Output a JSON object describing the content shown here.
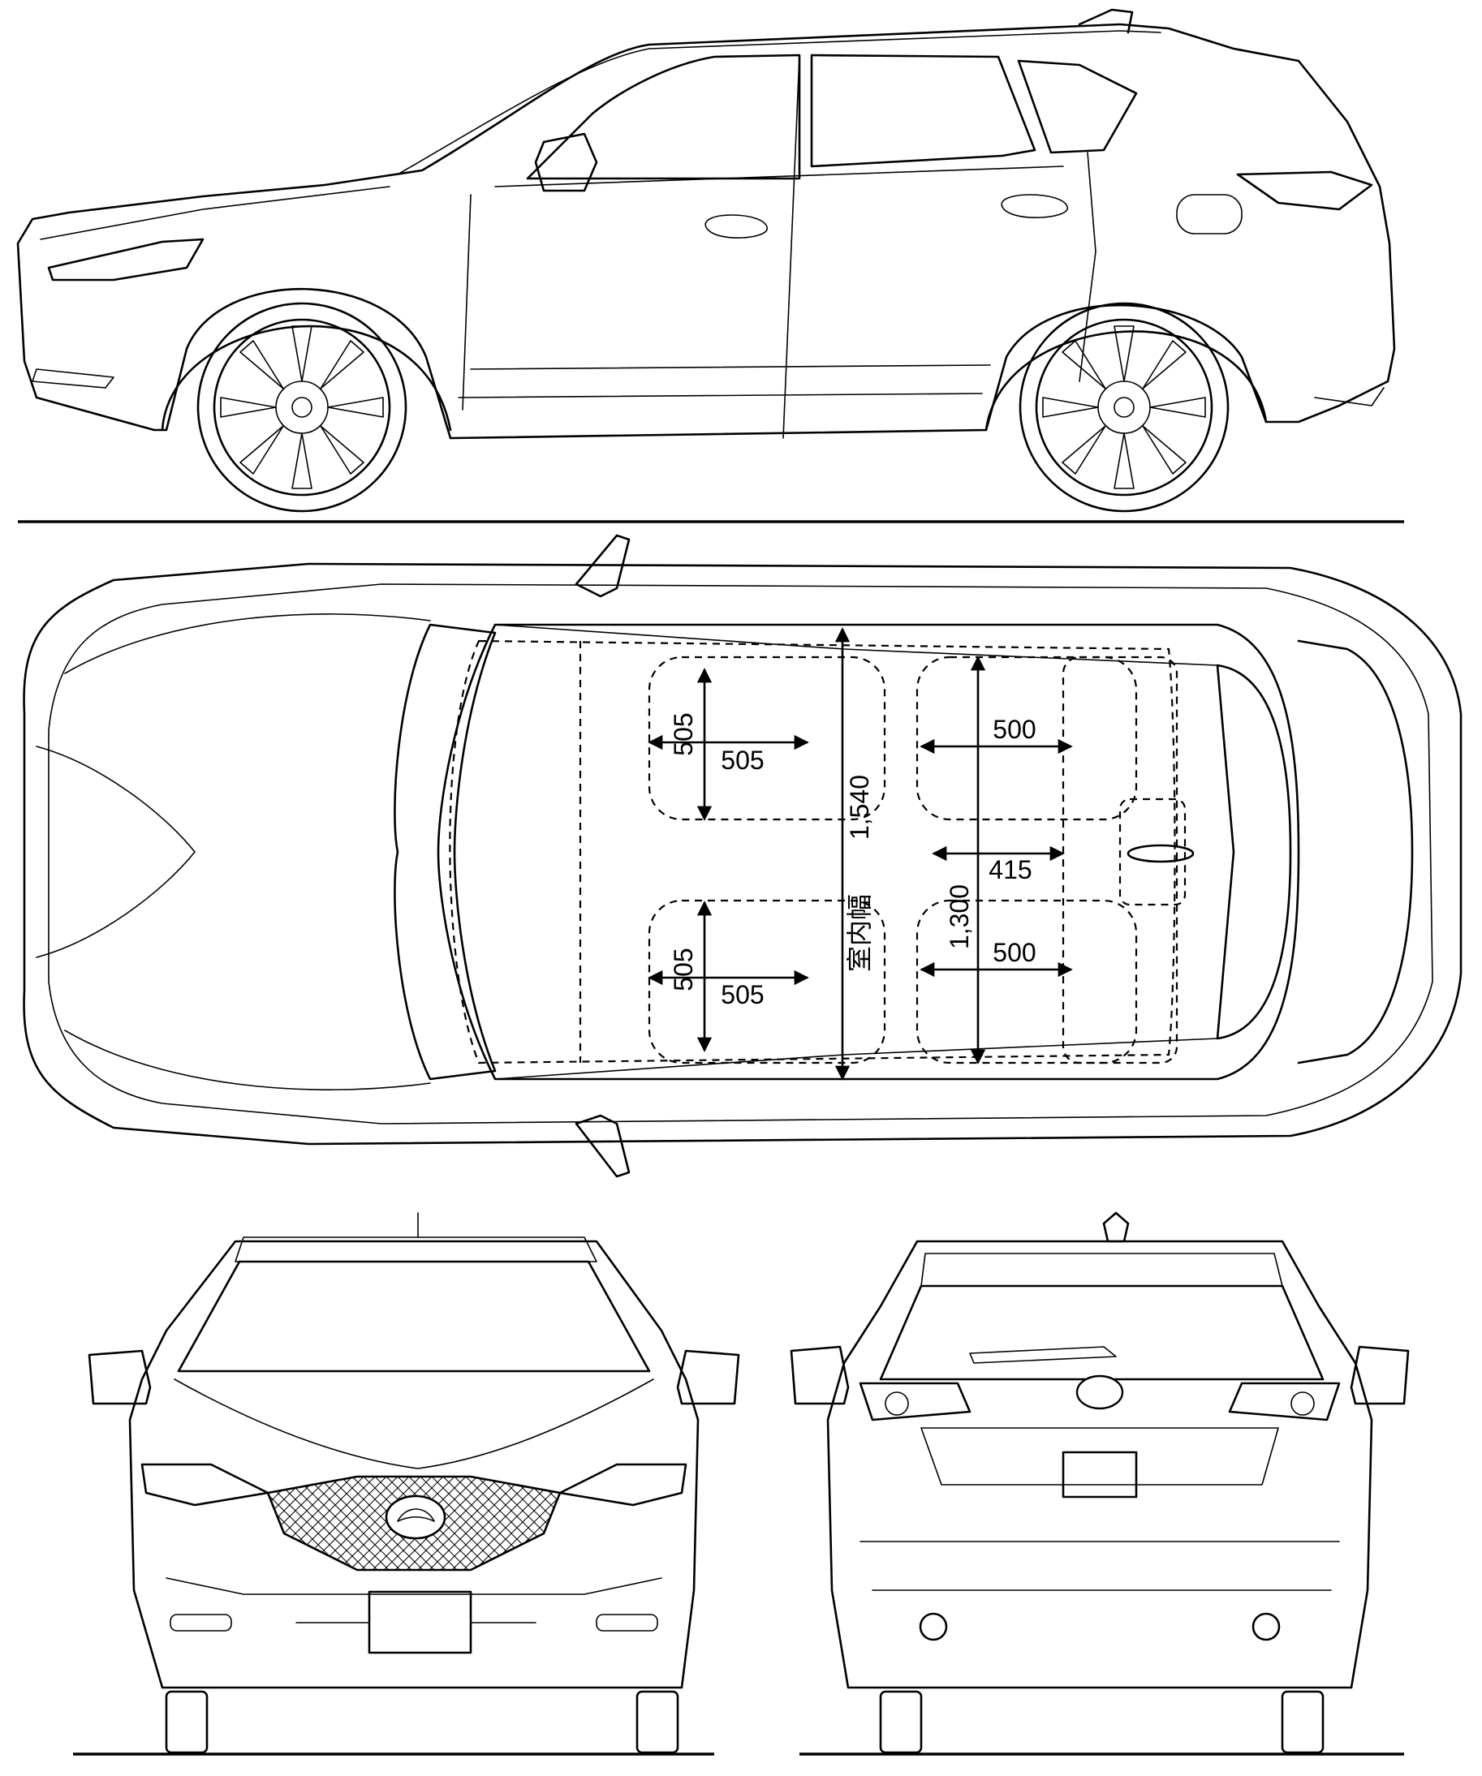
{
  "views": {
    "side": "side-view",
    "top": "top-view",
    "front": "front-view",
    "rear": "rear-view"
  },
  "dimensions": {
    "front_seat_left_depth": "505",
    "front_seat_left_width": "505",
    "front_seat_right_depth": "505",
    "front_seat_right_width": "505",
    "rear_seat_left_width": "500",
    "rear_seat_right_width": "500",
    "rear_center_width": "415",
    "interior_width_label": "室内幅",
    "interior_width_value": "1,540",
    "rear_seat_span": "1,300"
  },
  "colors": {
    "line": "#000000",
    "background": "#ffffff"
  }
}
